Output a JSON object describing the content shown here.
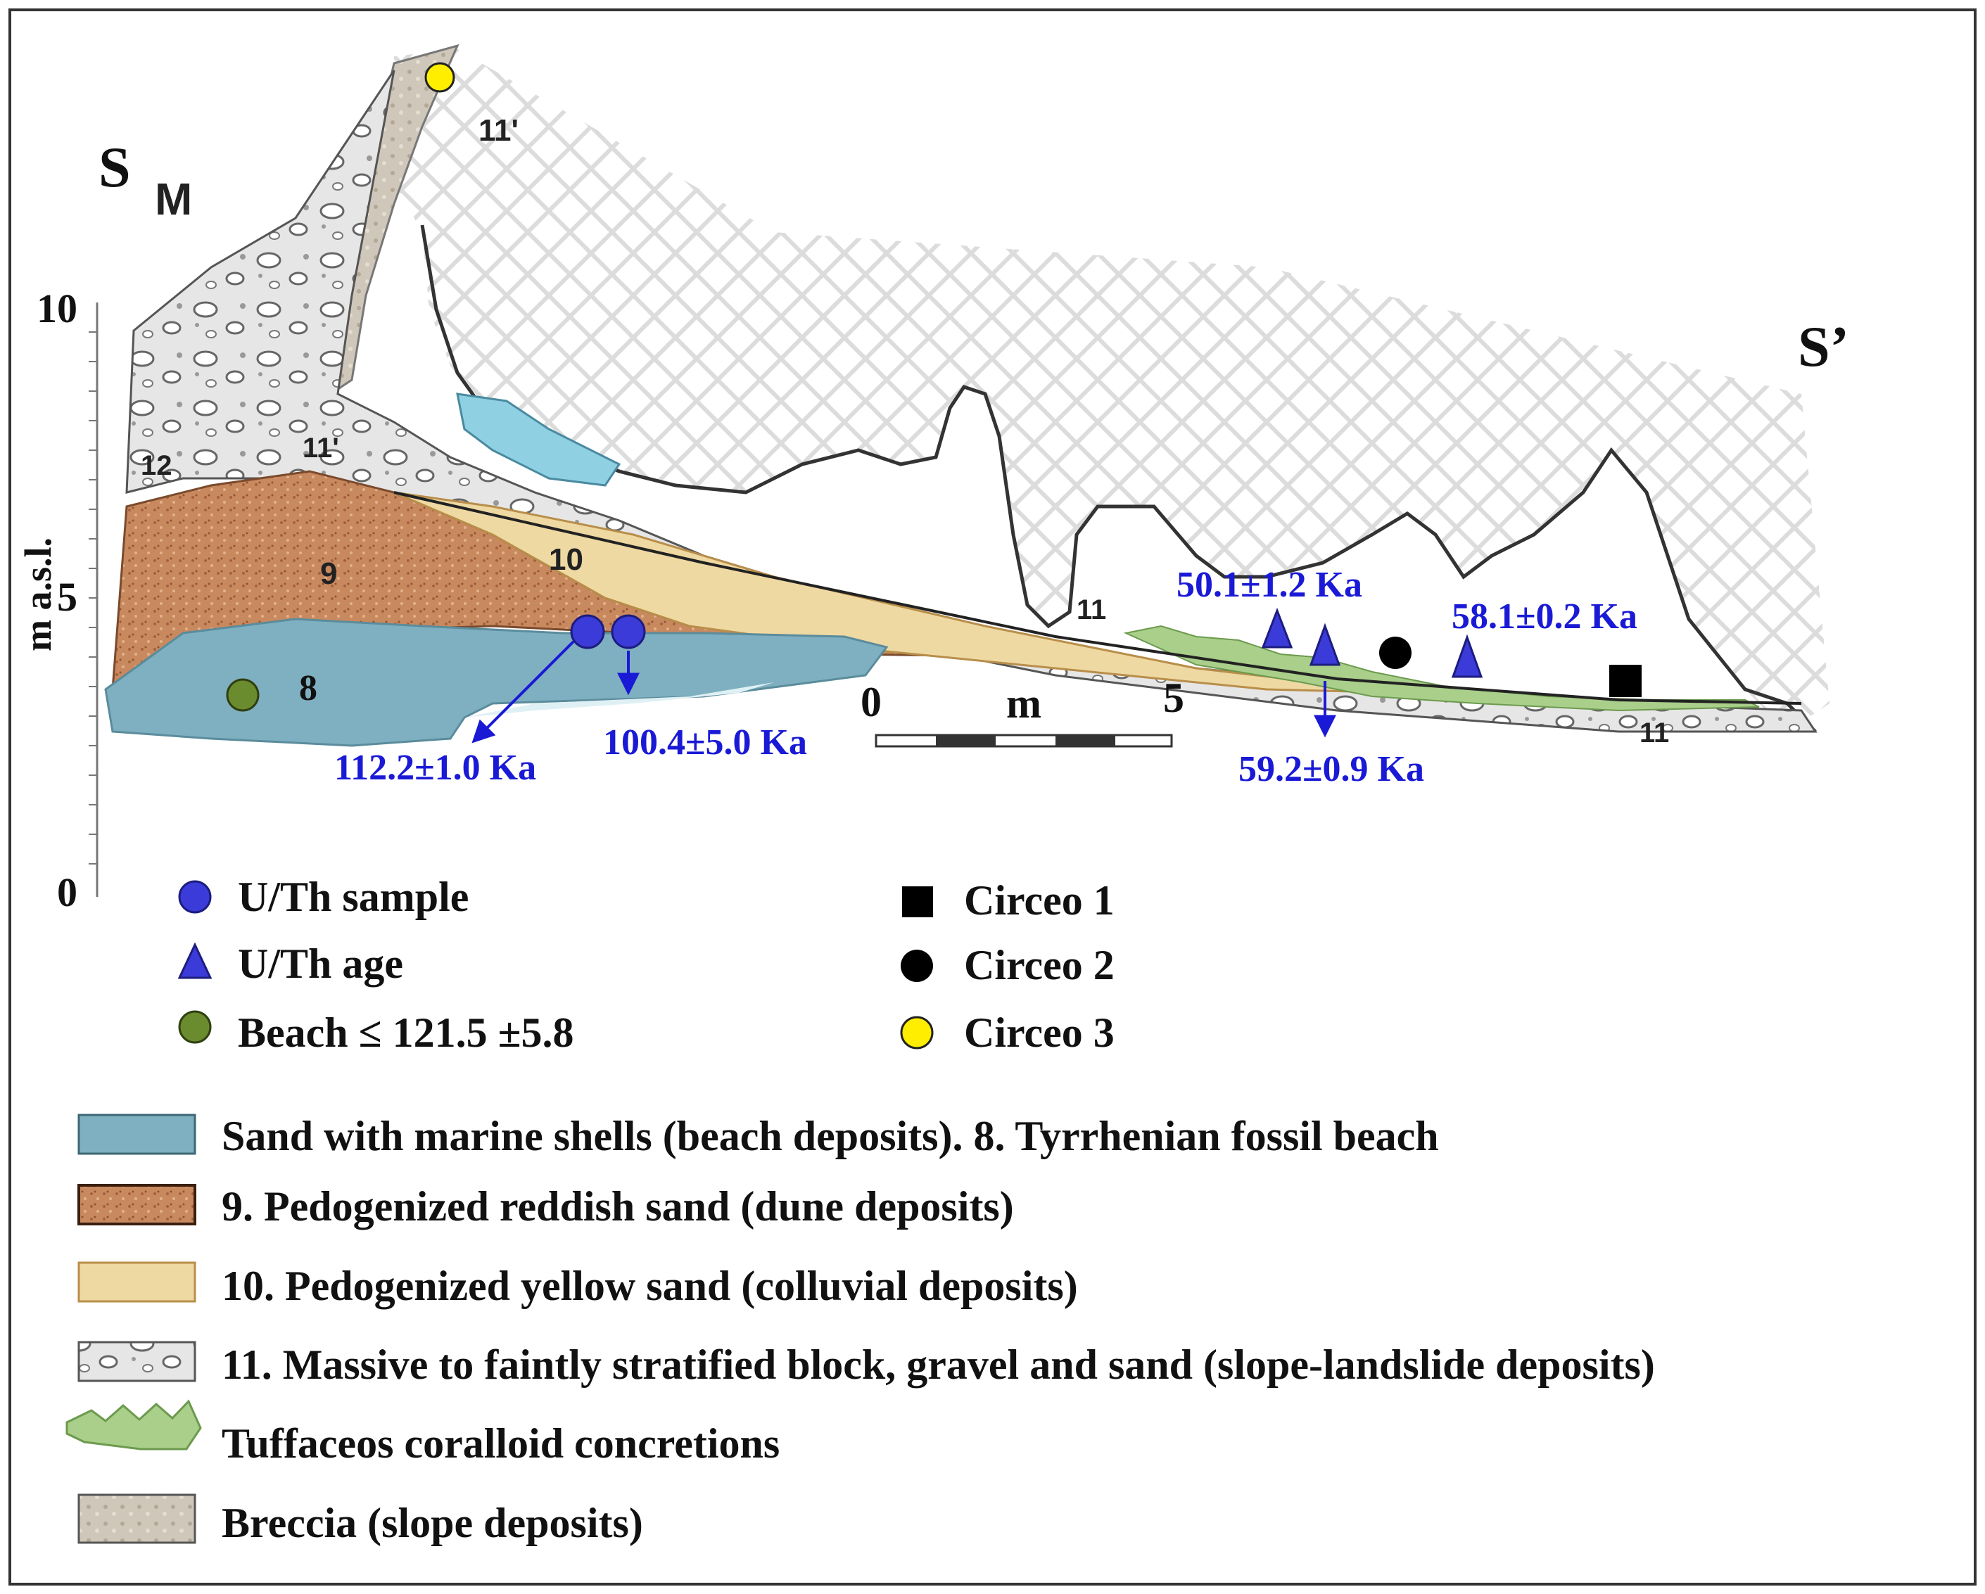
{
  "section": {
    "start_label": "S",
    "end_label": "S’",
    "site_label": "M"
  },
  "axis": {
    "label": "m a.s.l.",
    "ticks": [
      {
        "value": 10,
        "label": "10"
      },
      {
        "value": 5,
        "label": "5"
      },
      {
        "value": 0,
        "label": "0"
      }
    ]
  },
  "units": [
    "12",
    "11'",
    "11'",
    "9",
    "10",
    "11",
    "8",
    "11"
  ],
  "scale_bar": {
    "start": "0",
    "unit": "m",
    "end": "5"
  },
  "ages": {
    "a112": "112.2±1.0 Ka",
    "a100": "100.4±5.0 Ka",
    "a50": "50.1±1.2 Ka",
    "a59": "59.2±0.9 Ka",
    "a58": "58.1±0.2 Ka"
  },
  "symbol_legend": [
    {
      "label": "U/Th sample",
      "symbol": "blue-circle",
      "color": "#3b3bd9"
    },
    {
      "label": "U/Th age",
      "symbol": "blue-triangle",
      "color": "#3b3bd9"
    },
    {
      "label": "Beach ≤ 121.5 ±5.8",
      "symbol": "green-circle",
      "color": "#6b8b2f"
    },
    {
      "label": "Circeo 1",
      "symbol": "black-square",
      "color": "#000000"
    },
    {
      "label": "Circeo 2",
      "symbol": "black-circle",
      "color": "#000000"
    },
    {
      "label": "Circeo 3",
      "symbol": "yellow-circle",
      "color": "#ffee00"
    }
  ],
  "layer_legend": [
    {
      "label": "Sand with marine shells (beach deposits). 8. Tyrrhenian fossil beach",
      "color": "#6f9fb1"
    },
    {
      "label": "9. Pedogenized reddish sand (dune deposits)",
      "color": "#c07a55"
    },
    {
      "label": "10. Pedogenized yellow sand (colluvial deposits)",
      "color": "#ecd49a"
    },
    {
      "label": "11. Massive to faintly stratified block, gravel and sand (slope-landslide deposits)",
      "color": "#d9d9d9"
    },
    {
      "label": "Tuffaceos coralloid concretions",
      "color": "#a9cf8a"
    },
    {
      "label": "Breccia (slope deposits)",
      "color": "#c8c0b4"
    }
  ]
}
